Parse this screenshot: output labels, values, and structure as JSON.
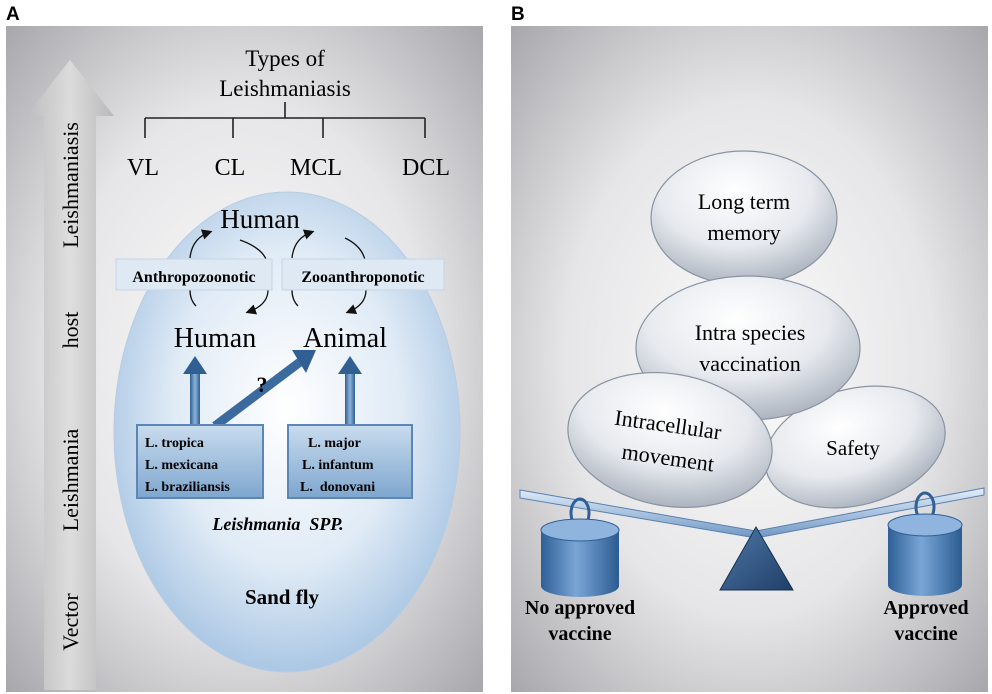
{
  "panel_a": {
    "label": "A",
    "side_axis": [
      "Vector",
      "Leishmania",
      "host",
      "Leishmaniasis"
    ],
    "types_title_line1": "Types of",
    "types_title_line2": "Leishmaniasis",
    "types": [
      "VL",
      "CL",
      "MCL",
      "DCL"
    ],
    "human_top": "Human",
    "anthropozoonotic": "Anthropozoonotic",
    "zooanthroponotic": "Zooanthroponotic",
    "human": "Human",
    "animal": "Animal",
    "question": "?",
    "box_left": [
      "L. tropica",
      "L. mexicana",
      "L. braziliansis"
    ],
    "box_right": [
      "L. major",
      "L. infantum",
      "L.  donovani"
    ],
    "species": "Leishmania  SPP.",
    "sandfly": "Sand fly"
  },
  "panel_b": {
    "label": "B",
    "ellipse_top": [
      "Long term",
      "memory"
    ],
    "ellipse_middle": [
      "Intra species",
      "vaccination"
    ],
    "ellipse_left": [
      "Intracellular",
      "movement"
    ],
    "ellipse_right": [
      "Safety"
    ],
    "left_caption": [
      "No approved",
      "vaccine"
    ],
    "right_caption": [
      "Approved",
      "vaccine"
    ]
  }
}
